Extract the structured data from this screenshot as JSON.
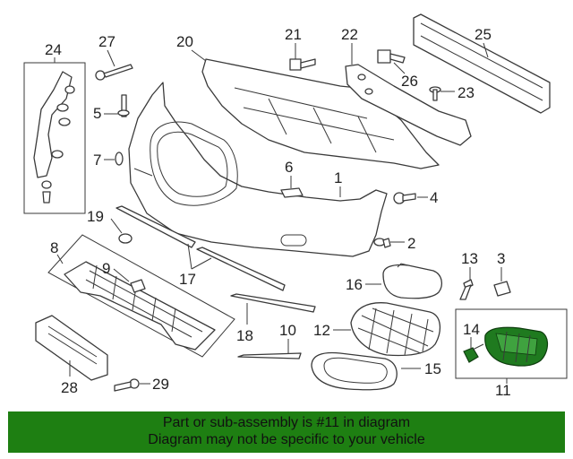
{
  "callouts": {
    "c1": "1",
    "c2": "2",
    "c3": "3",
    "c4": "4",
    "c5": "5",
    "c6": "6",
    "c7": "7",
    "c8": "8",
    "c9": "9",
    "c10": "10",
    "c11": "11",
    "c12": "12",
    "c13": "13",
    "c14": "14",
    "c15": "15",
    "c16": "16",
    "c17": "17",
    "c18": "18",
    "c19": "19",
    "c20": "20",
    "c21": "21",
    "c22": "22",
    "c23": "23",
    "c24": "24",
    "c25": "25",
    "c26": "26",
    "c27": "27",
    "c28": "28",
    "c29": "29"
  },
  "highlight_color": "#1f7a1f",
  "banner": {
    "line1": "Part or sub-assembly is #11 in diagram",
    "line2": "Diagram may not be specific to your vehicle",
    "background": "#1e7f12"
  }
}
